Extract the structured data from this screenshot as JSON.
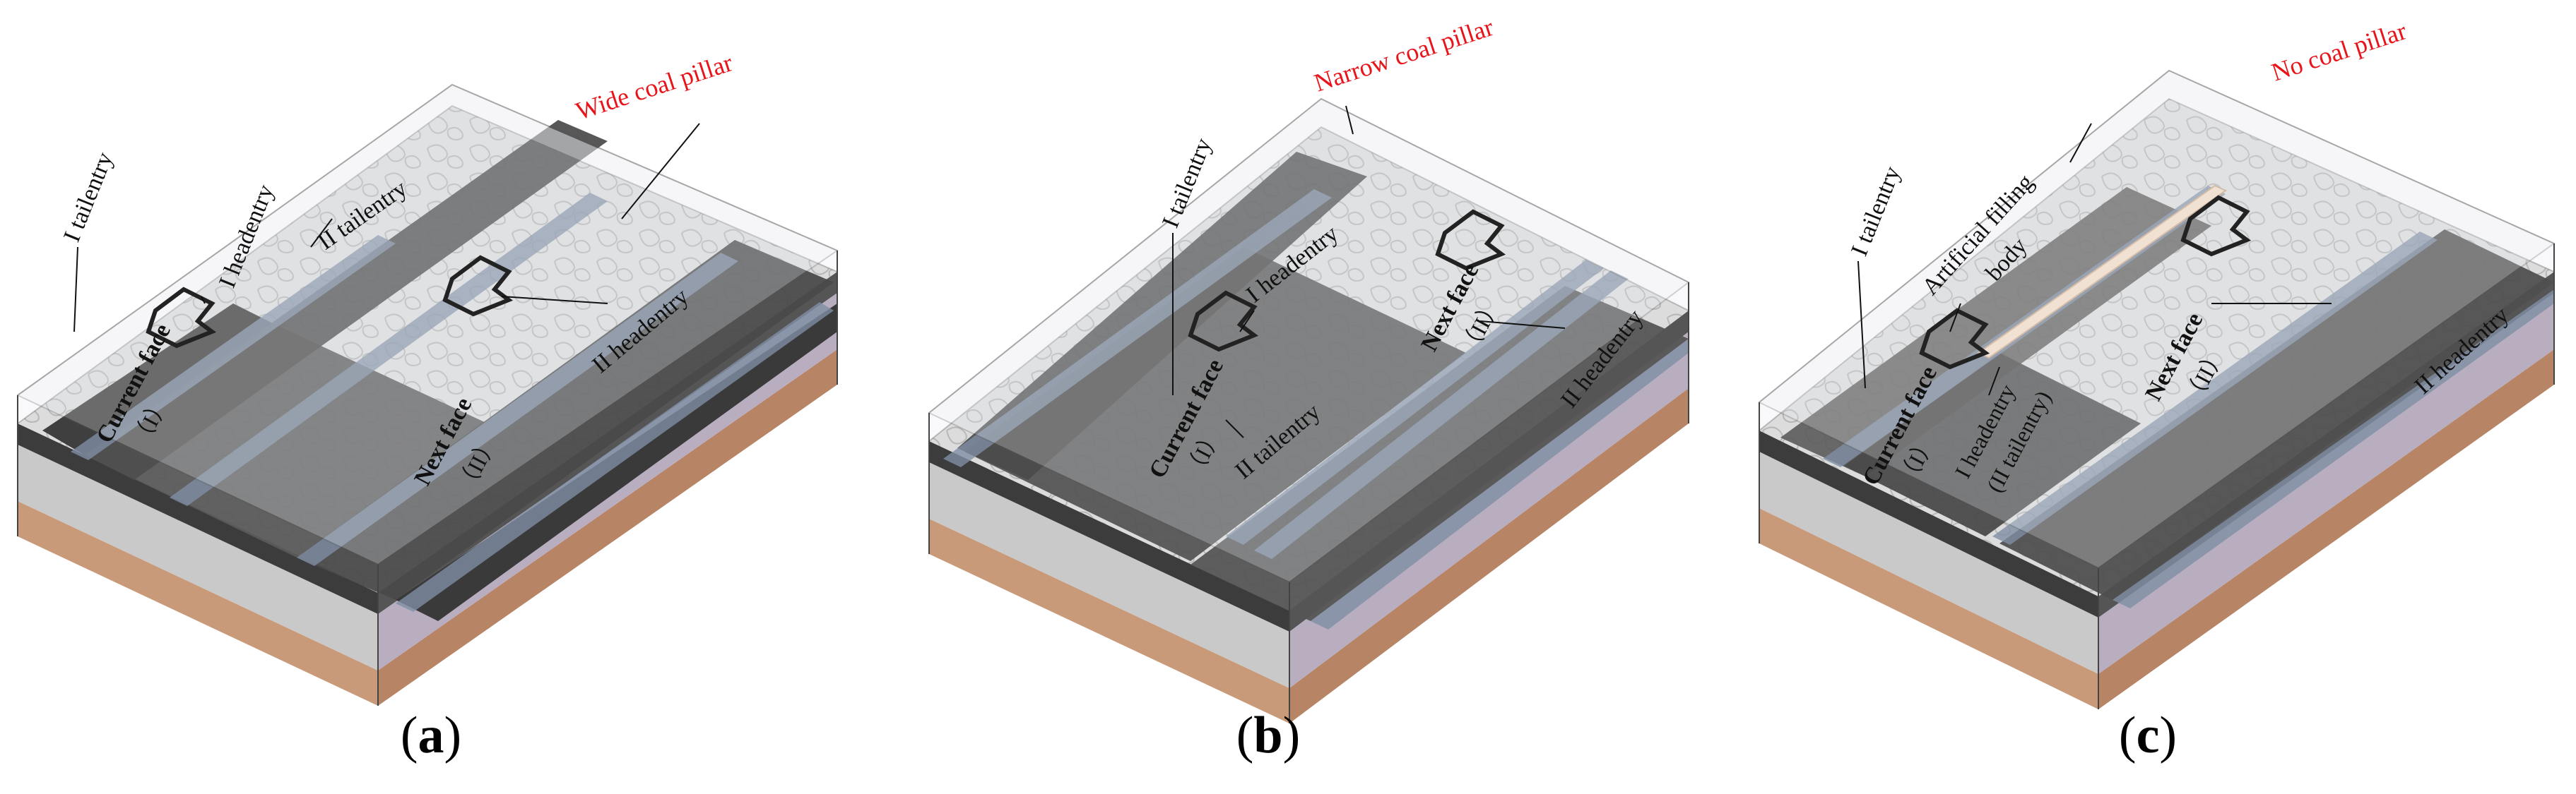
{
  "panels": [
    {
      "caption": "a",
      "pillar_label": "Wide coal pillar",
      "labels": {
        "tailentry1": "I tailentry",
        "headentry1": "I headentry",
        "tailentry2": "II tailentry",
        "headentry2": "II headentry",
        "current_face": "Current face",
        "current_num": "（I）",
        "next_face": "Next face",
        "next_num": "（II）"
      }
    },
    {
      "caption": "b",
      "pillar_label": "Narrow coal pillar",
      "labels": {
        "tailentry1": "I tailentry",
        "headentry1": "I headentry",
        "tailentry2": "II tailentry",
        "headentry2": "II headentry",
        "current_face": "Current face",
        "current_num": "（I）",
        "next_face": "Next face",
        "next_num": "（II）"
      }
    },
    {
      "caption": "c",
      "pillar_label": "No coal pillar",
      "labels": {
        "tailentry1": "I tailentry",
        "filling_line1": "Artificial filling",
        "filling_line2": "body",
        "headentry_combined1": "I headentry",
        "headentry_combined2": "(II tailentry)",
        "headentry2": "II headentry",
        "current_face": "Current face",
        "current_num": "（I）",
        "next_face": "Next face",
        "next_num": "（II）"
      }
    }
  ],
  "colors": {
    "highlight_label": "#e8141a",
    "coal_dark": "#4a4a4a",
    "gob": "#d8d8d8",
    "roof_purple": "#b9a9c0",
    "floor_brown": "#c99a7a",
    "grey_layer": "#c8c8c8",
    "filling_body": "#f1dcc8"
  }
}
